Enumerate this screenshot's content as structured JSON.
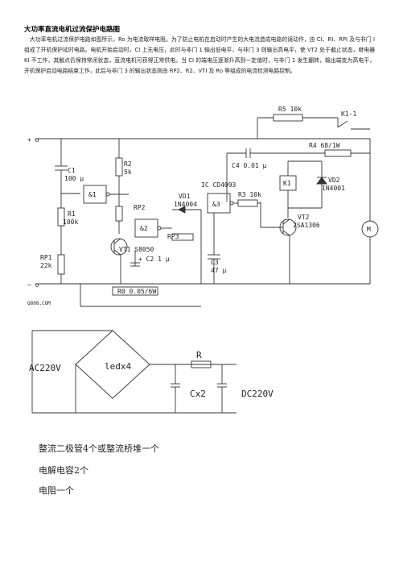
{
  "title": "大功率直流电机过流保护电路图",
  "paragraph": "大功率电机过流保护电路如图所示，Ro 为电流取样电阻。为了防止电机在启动时产生的大电流造成电路的误动作，由 CI、RI、RPI 及与非门 I 组成了开机保护延时电路。电机开始启动时，CI 上无电压，此时与非门 1 输出低电平，与非门 3 则输出高电平，使 VT2 处于截止状态，继电器 KI 不工作，其触点仍保持常闭状态，直流电机可获得正常供电。当 CI 的端电压逐渐升高到一定值时，与非门 1 发生翻转，输出端变为高电平，开机保护启动电路结束工作，此后与非门 3 的输出状态则由 RP2、R2、VTI 及 Ro 等组成的电流检测电路控制。",
  "circuit1": {
    "plus": "+ o",
    "minus": "− o",
    "R5": "R5  10k",
    "K11": "K1-1",
    "R4": "R4  68/1W",
    "C4": "C4  0.01 μ",
    "R2": "R2",
    "R2v": "5k",
    "C1": "C1",
    "C1v": "100 μ",
    "IC": "IC  CD4093",
    "R3": "R3  10k",
    "K1": "K1",
    "VD2": "VD2",
    "VD2v": "1N4001",
    "amp1": "&1",
    "amp2": "&2",
    "amp3": "&3",
    "RP2": "RP2",
    "VD1": "VD1",
    "VD1v": "1N4004",
    "R1": "R1",
    "R1v": "100k",
    "RP3": "RP3",
    "VT2": "VT2",
    "VT2v": "2SA1306",
    "M": "M",
    "RP1": "RP1",
    "RP1v": "22k",
    "VT1": "VT1  S8050",
    "C2": "+ C2  1 μ",
    "C3": "C3",
    "C3v": "47 μ",
    "R0": "R0  0.05/6W",
    "watermark": "Q808.COM"
  },
  "circuit2": {
    "ac": "AC220V",
    "bridge": "ledx4",
    "R": "R",
    "cap": "Cx2",
    "dc": "DC220V"
  },
  "parts_list": [
    "整流二极管4个或整流桥堆一个",
    "电解电容2个",
    "电阻一个"
  ]
}
